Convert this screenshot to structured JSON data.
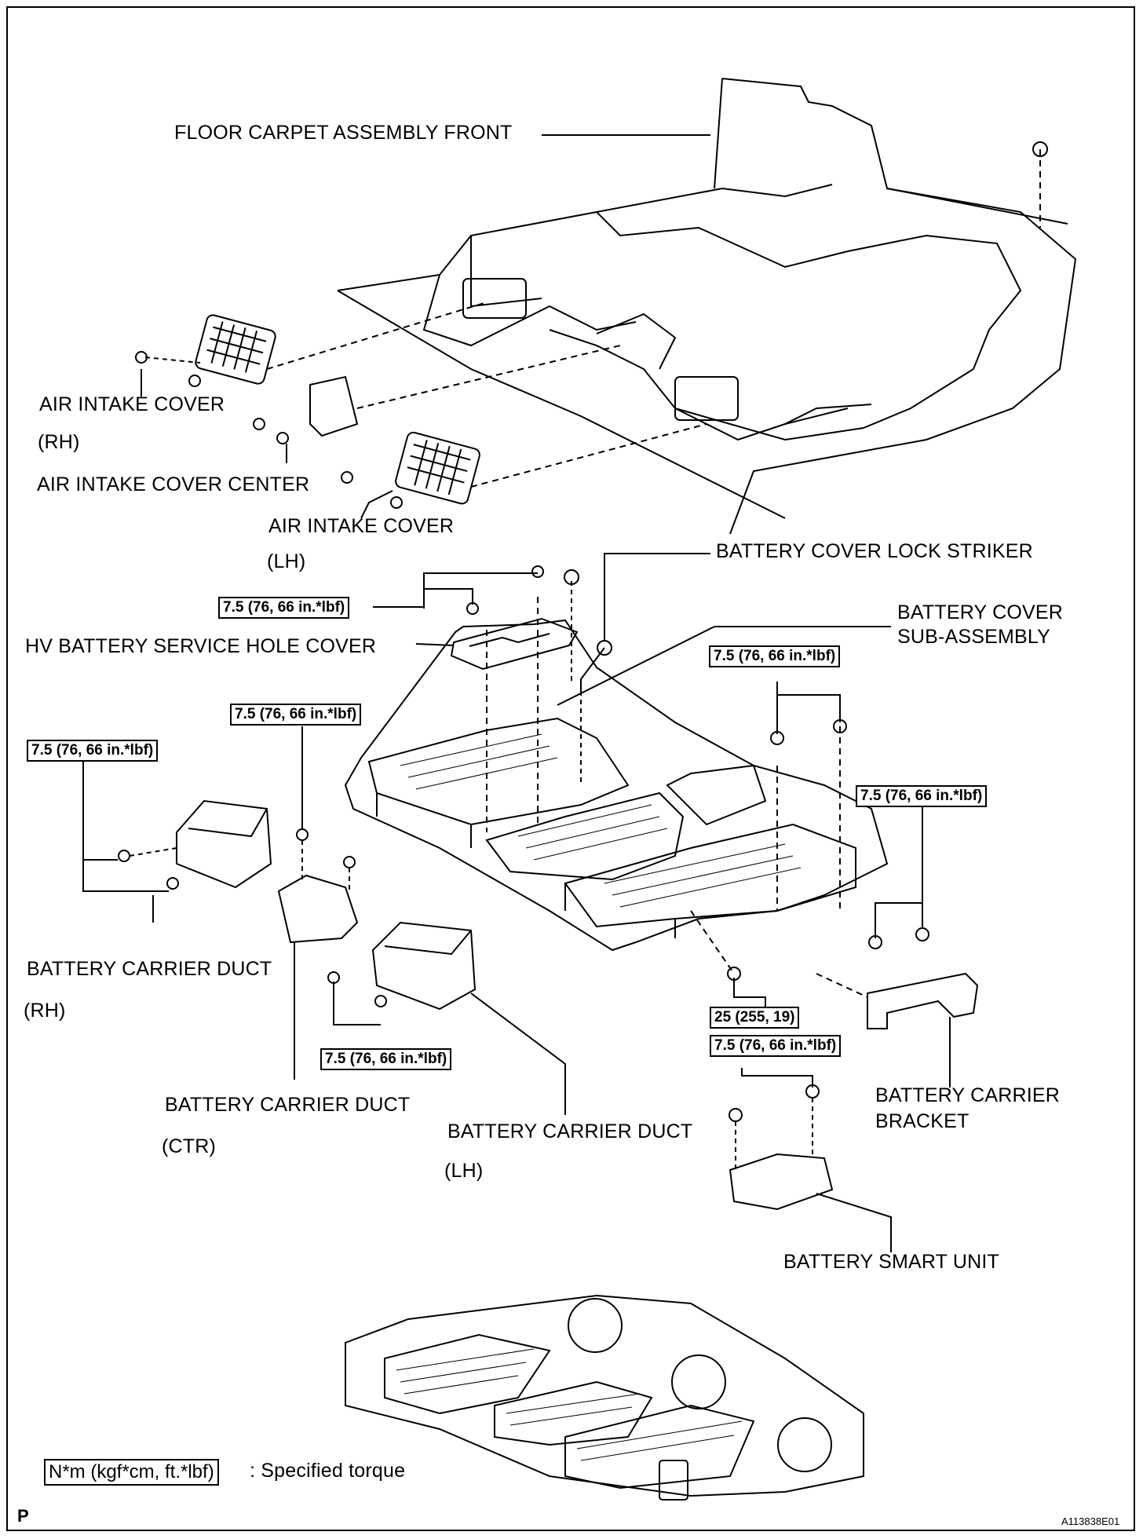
{
  "labels": {
    "floor_carpet": "FLOOR CARPET ASSEMBLY FRONT",
    "air_intake_rh": "AIR INTAKE COVER",
    "air_intake_rh_side": "(RH)",
    "air_intake_center": "AIR INTAKE COVER CENTER",
    "air_intake_lh": "AIR INTAKE COVER",
    "air_intake_lh_side": "(LH)",
    "lock_striker": "BATTERY COVER LOCK STRIKER",
    "service_hole_cover": "HV BATTERY SERVICE HOLE COVER",
    "battery_cover_line1": "BATTERY COVER",
    "battery_cover_line2": "SUB-ASSEMBLY",
    "carrier_duct_rh": "BATTERY CARRIER DUCT",
    "carrier_duct_rh_side": "(RH)",
    "carrier_duct_ctr": "BATTERY CARRIER DUCT",
    "carrier_duct_ctr_side": "(CTR)",
    "carrier_duct_lh": "BATTERY CARRIER DUCT",
    "carrier_duct_lh_side": "(LH)",
    "carrier_bracket_line1": "BATTERY CARRIER",
    "carrier_bracket_line2": "BRACKET",
    "smart_unit": "BATTERY SMART UNIT"
  },
  "torque": {
    "service_cover": "7.5 (76, 66 in.*lbf)",
    "battery_cover": "7.5 (76, 66 in.*lbf)",
    "duct_ctr_upper": "7.5 (76, 66 in.*lbf)",
    "duct_rh": "7.5 (76, 66 in.*lbf)",
    "bracket": "7.5 (76, 66 in.*lbf)",
    "heavy_bolt": "25 (255, 19)",
    "smart_unit": "7.5 (76, 66 in.*lbf)",
    "duct_lh": "7.5 (76, 66 in.*lbf)"
  },
  "legend": {
    "box": "N*m (kgf*cm, ft.*lbf)",
    "text": ": Specified torque"
  },
  "footer": {
    "page_mark": "P",
    "figure_id": "A113838E01"
  }
}
